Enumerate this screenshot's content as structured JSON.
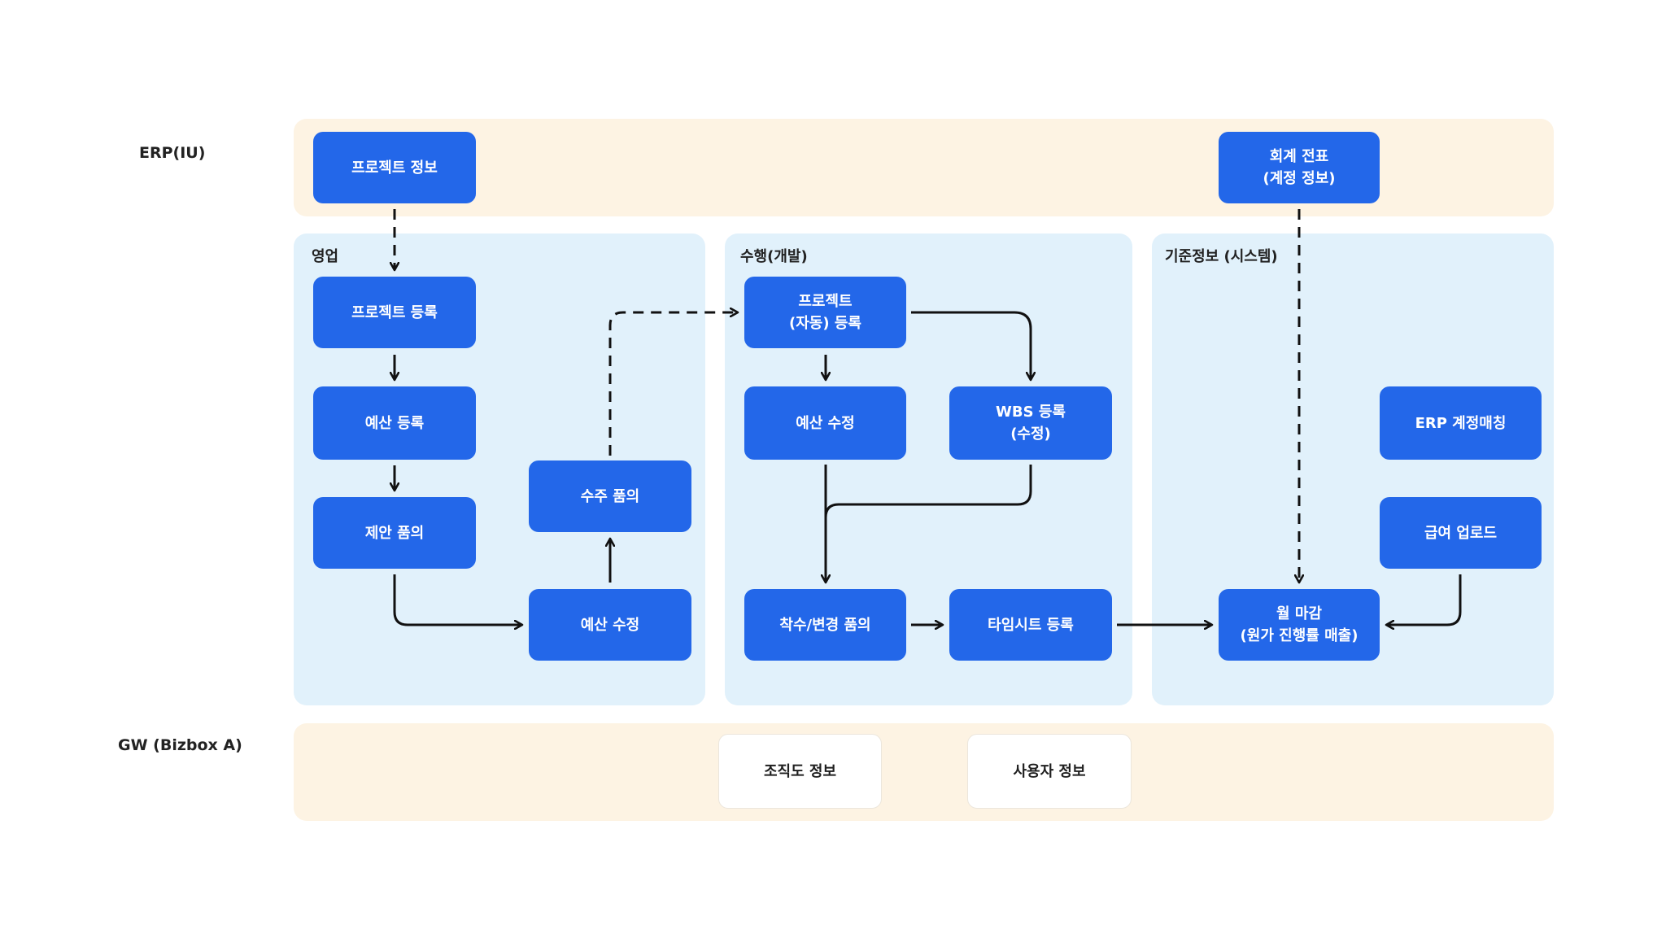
{
  "lanes": {
    "erp": "ERP(IU)",
    "gw": "GW (Bizbox A)"
  },
  "panels": {
    "sales": "영업",
    "execution": "수행(개발)",
    "master": "기준정보 (시스템)"
  },
  "nodes": {
    "project_info": "프로젝트 정보",
    "accounting_line1": "회계 전표",
    "accounting_line2": "(계정 정보)",
    "project_register": "프로젝트 등록",
    "budget_register": "예산 등록",
    "proposal_approval": "제안 품의",
    "order_approval": "수주 품의",
    "budget_edit_sales": "예산 수정",
    "auto_register_line1": "프로젝트",
    "auto_register_line2": "(자동) 등록",
    "budget_edit_exec": "예산 수정",
    "wbs_line1": "WBS 등록",
    "wbs_line2": "(수정)",
    "start_change_approval": "착수/변경 품의",
    "timesheet_register": "타임시트 등록",
    "erp_account_matching": "ERP 계정매칭",
    "payroll_upload": "급여 업로드",
    "monthly_close_line1": "월 마감",
    "monthly_close_line2": "(원가 진행률 매출)",
    "org_chart": "조직도 정보",
    "user_info": "사용자 정보"
  },
  "colors": {
    "node_blue": "#2367e9",
    "panel_blue": "#e1f1fb",
    "band_beige": "#fdf3e3",
    "arrow": "#111111"
  }
}
